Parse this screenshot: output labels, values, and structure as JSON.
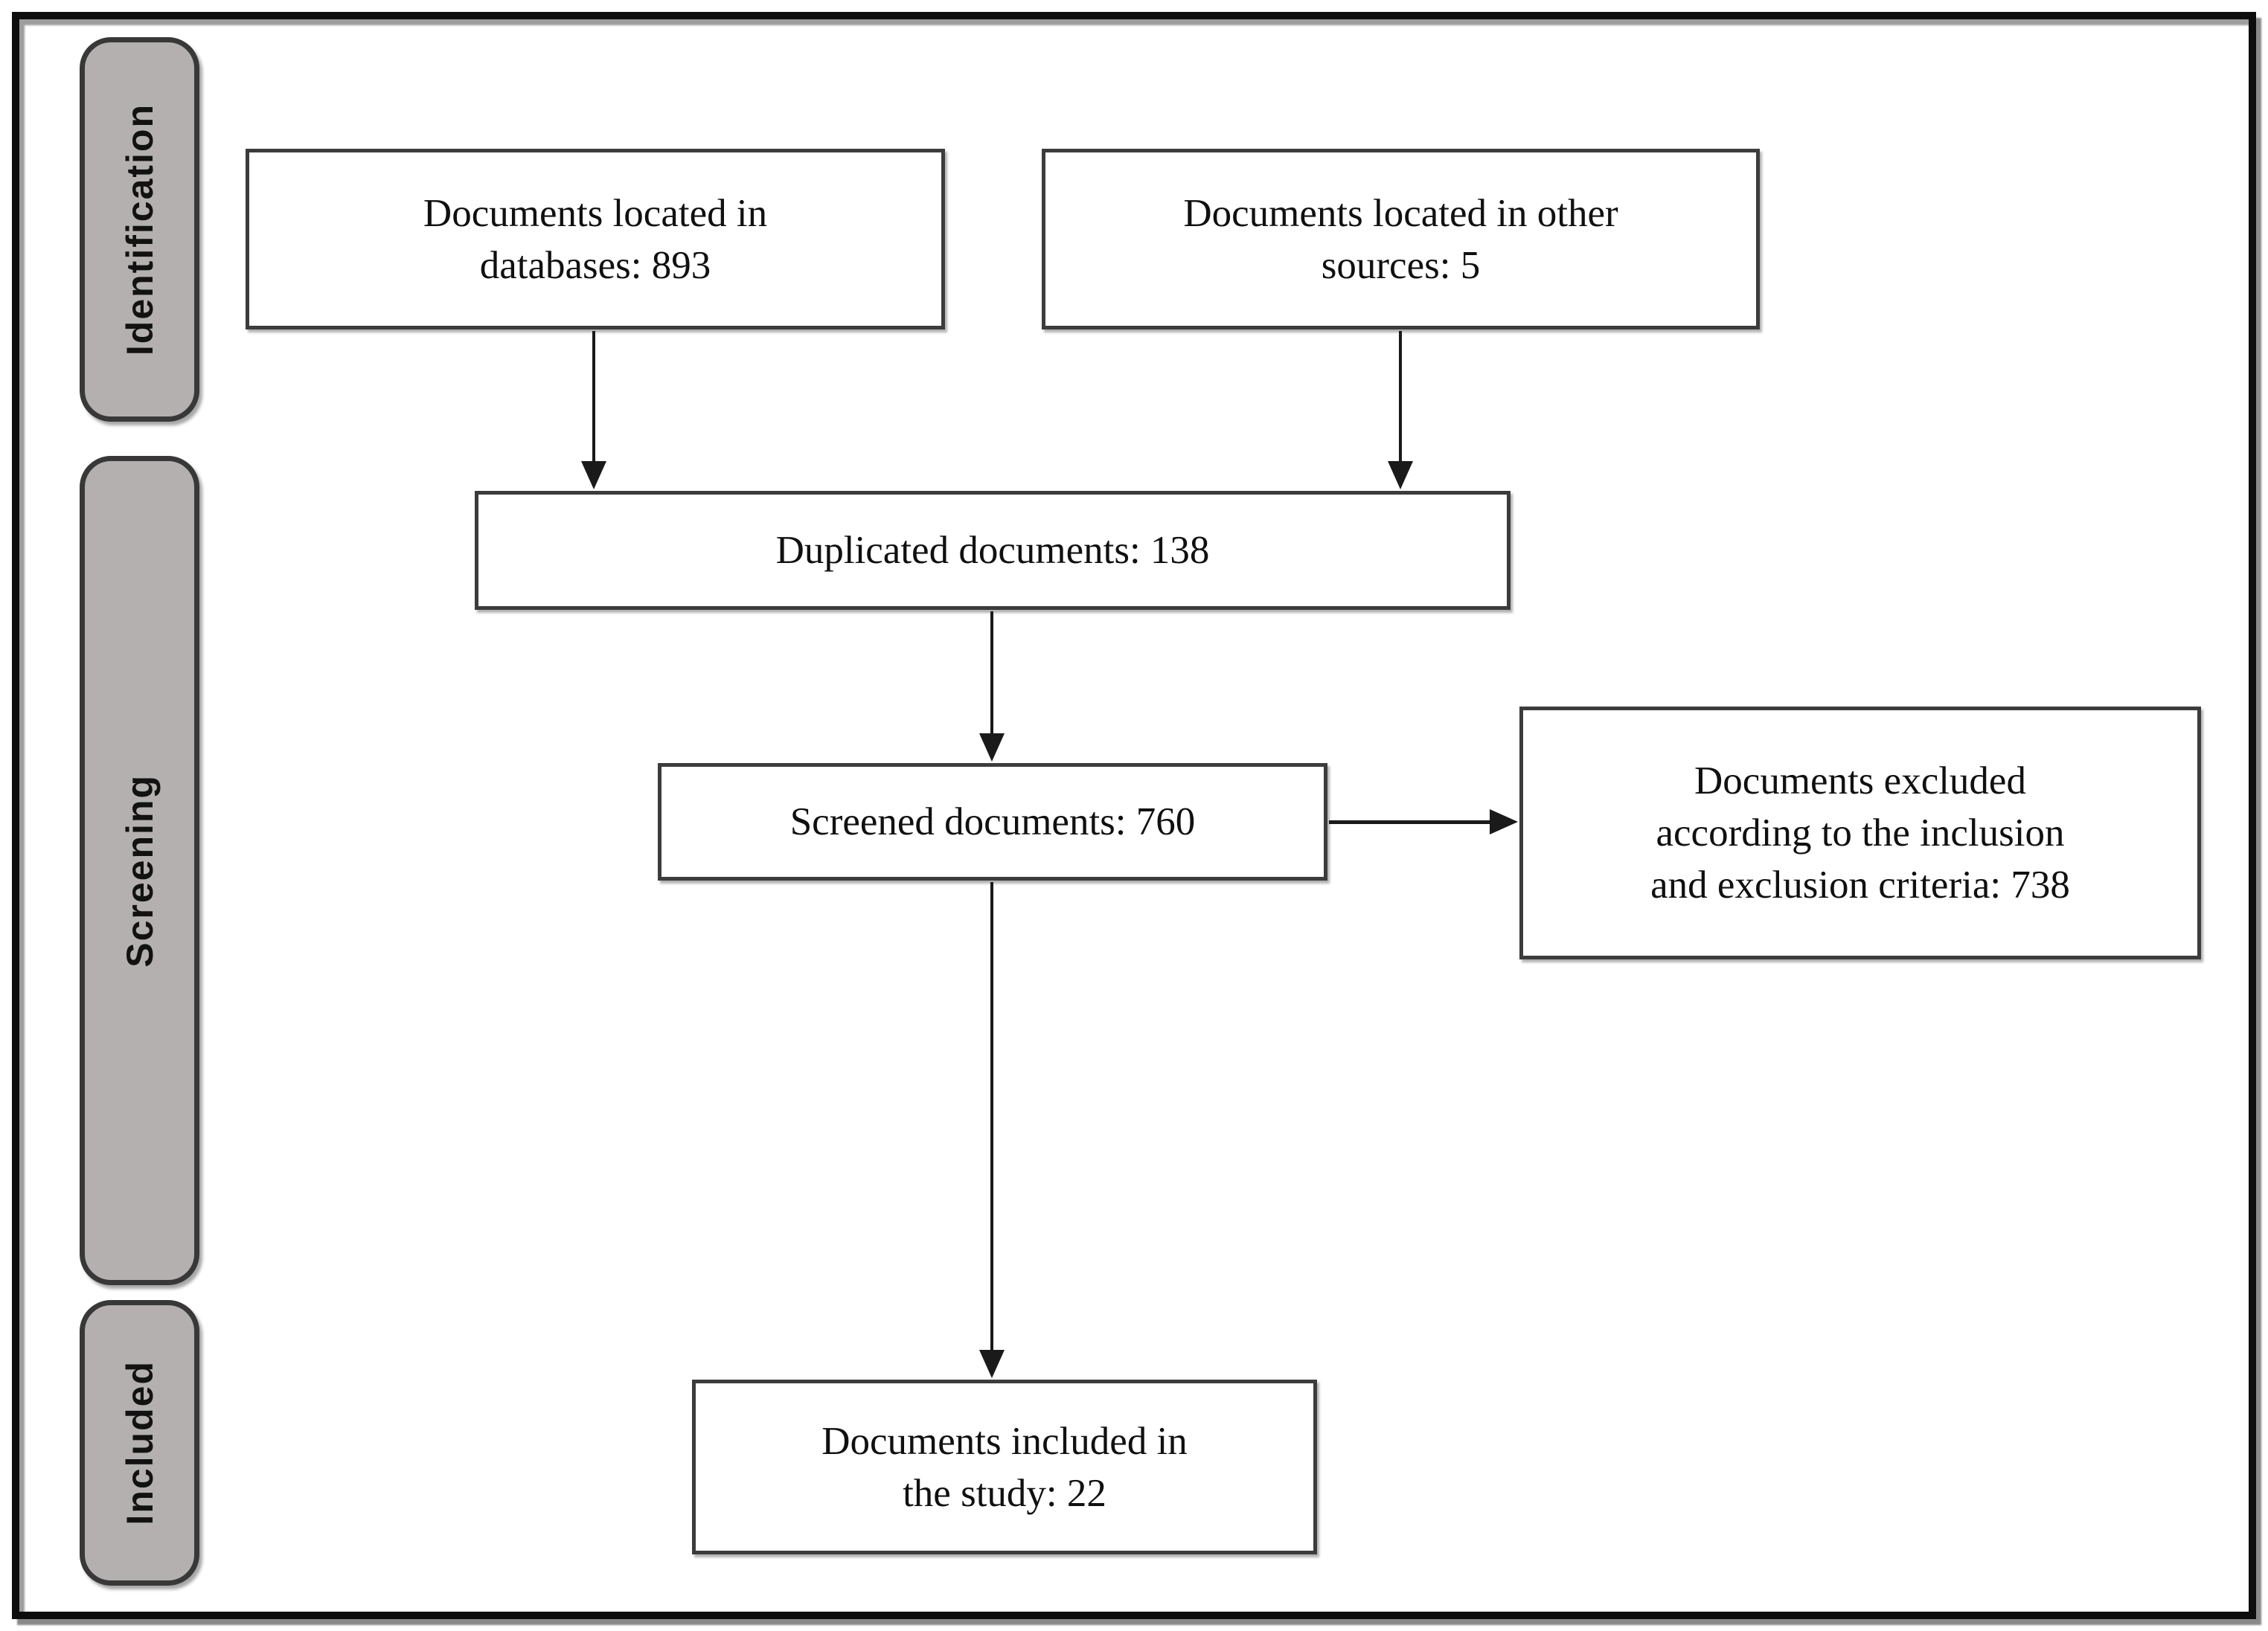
{
  "figure": {
    "type": "prisma_flow_diagram",
    "stages": [
      {
        "id": "identification",
        "label": "Identification"
      },
      {
        "id": "screening",
        "label": "Screening"
      },
      {
        "id": "included",
        "label": "Included"
      }
    ],
    "boxes": {
      "databases": {
        "lines": [
          "Documents located in",
          "databases: 893"
        ],
        "count": 893
      },
      "other_sources": {
        "lines": [
          "Documents located in other",
          "sources: 5"
        ],
        "count": 5
      },
      "duplicated": {
        "lines": [
          "Duplicated documents: 138"
        ],
        "count": 138
      },
      "screened": {
        "lines": [
          "Screened documents: 760"
        ],
        "count": 760
      },
      "excluded": {
        "lines": [
          "Documents excluded",
          "according to the inclusion",
          "and exclusion criteria: 738"
        ],
        "count": 738
      },
      "included_study": {
        "lines": [
          "Documents included in",
          "the study: 22"
        ],
        "count": 22
      }
    },
    "colors": {
      "stage_fill": "#b4b0b0",
      "stage_border": "#383838",
      "box_fill": "#ffffff",
      "box_border": "#3c3c3c",
      "frame": "#0d0d0d",
      "arrow": "#1a1a1a",
      "text": "#101010"
    }
  }
}
